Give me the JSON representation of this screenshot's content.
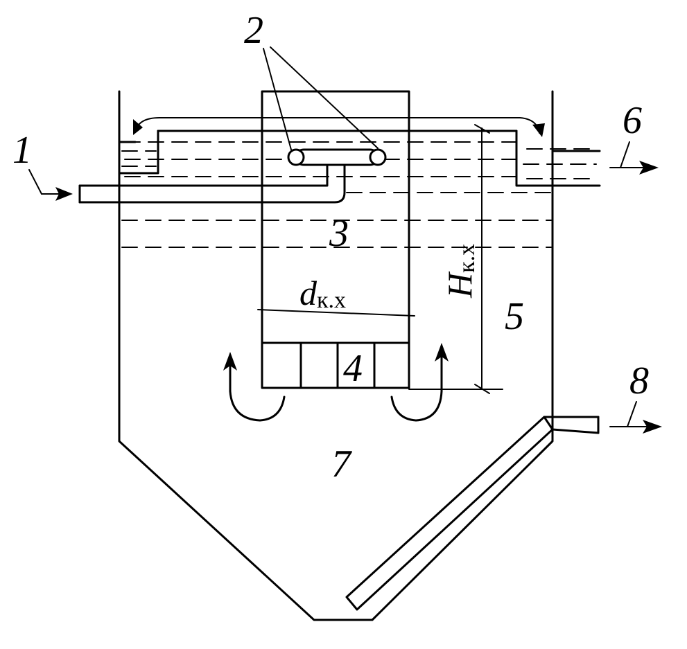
{
  "labels": {
    "inlet": "1",
    "ring_distributor": "2",
    "central_chamber": "3",
    "lattice": "4",
    "settling_zone": "5",
    "outlet_clarified": "6",
    "sludge_zone": "7",
    "outlet_sludge": "8"
  },
  "dimensions": {
    "diameter_symbol": "d",
    "diameter_subscript": "к.х",
    "height_symbol": "H",
    "height_subscript": "к.х"
  },
  "colors": {
    "stroke": "#000000",
    "background": "#ffffff"
  }
}
